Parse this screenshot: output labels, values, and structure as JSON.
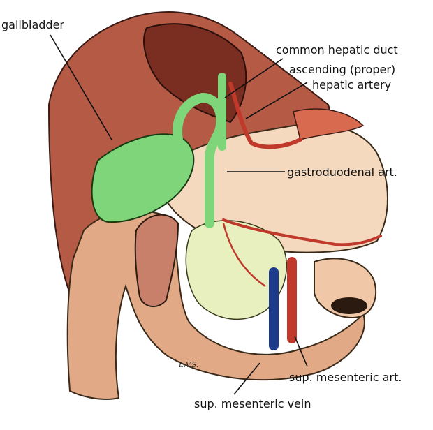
{
  "labels": {
    "gallbladder": "gallbladder",
    "common_hepatic_duct": "common hepatic duct",
    "ascending_proper": "ascending (proper)",
    "hepatic_artery": "hepatic artery",
    "gastroduodenal": "gastroduodenal art.",
    "sup_mesenteric_art": "sup. mesenteric art.",
    "sup_mesenteric_vein": "sup. mesenteric vein",
    "signature": "L.V.S."
  },
  "colors": {
    "liver": "#b55a45",
    "liver_dark": "#7a2e22",
    "stomach": "#f4d9bf",
    "bile": "#7fd67a",
    "duodenum": "#e2a986",
    "artery": "#c0392b",
    "vein": "#1e3a8a",
    "pancreas": "#e8f0c0"
  }
}
